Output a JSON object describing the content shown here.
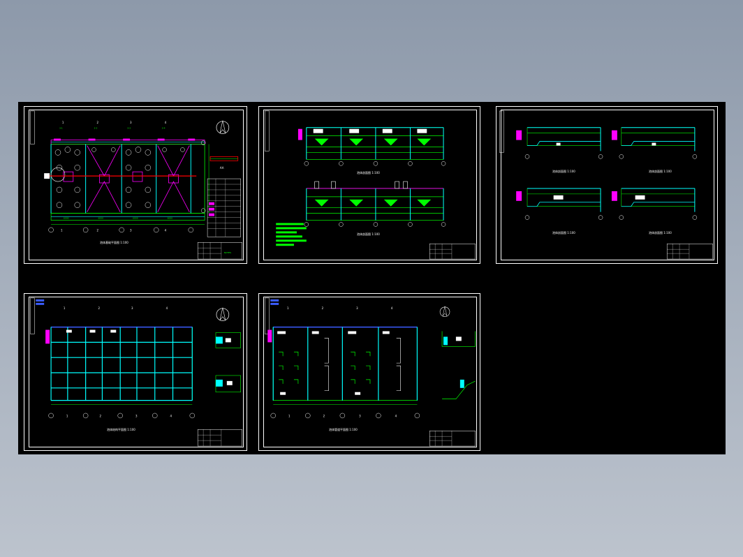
{
  "app": {
    "viewer": "CAD drawing preview"
  },
  "sheets": [
    {
      "id": "sheet-1",
      "kind": "foundation-plan",
      "grid_top": [
        "1",
        "2",
        "3",
        "4"
      ],
      "grid_bottom": [
        "1",
        "2",
        "3",
        "4"
      ],
      "title": "池体基础平面图 1:100"
    },
    {
      "id": "sheet-2",
      "kind": "section-elevations",
      "title_a": "池体剖面图 1:100",
      "title_b": "池体剖面图 1:100"
    },
    {
      "id": "sheet-3",
      "kind": "section-details",
      "title_a": "池体剖面图 1:100",
      "title_b": "池体剖面图 1:100",
      "title_c": "池体剖面图 1:100",
      "title_d": "池体剖面图 1:100"
    },
    {
      "id": "sheet-4",
      "kind": "frame-plan",
      "grid_top": [
        "1",
        "2",
        "3",
        "4"
      ],
      "title": "池体结构平面图 1:100"
    },
    {
      "id": "sheet-5",
      "kind": "piping-plan",
      "grid_top": [
        "1",
        "2",
        "3",
        "4"
      ],
      "title": "池体管道平面图 1:100"
    }
  ],
  "colors": {
    "background": "#000000",
    "frame": "#ffffff",
    "green": "#00ff00",
    "cyan": "#00ffff",
    "magenta": "#ff00ff",
    "red": "#ff0000",
    "blue": "#3a5cff"
  }
}
